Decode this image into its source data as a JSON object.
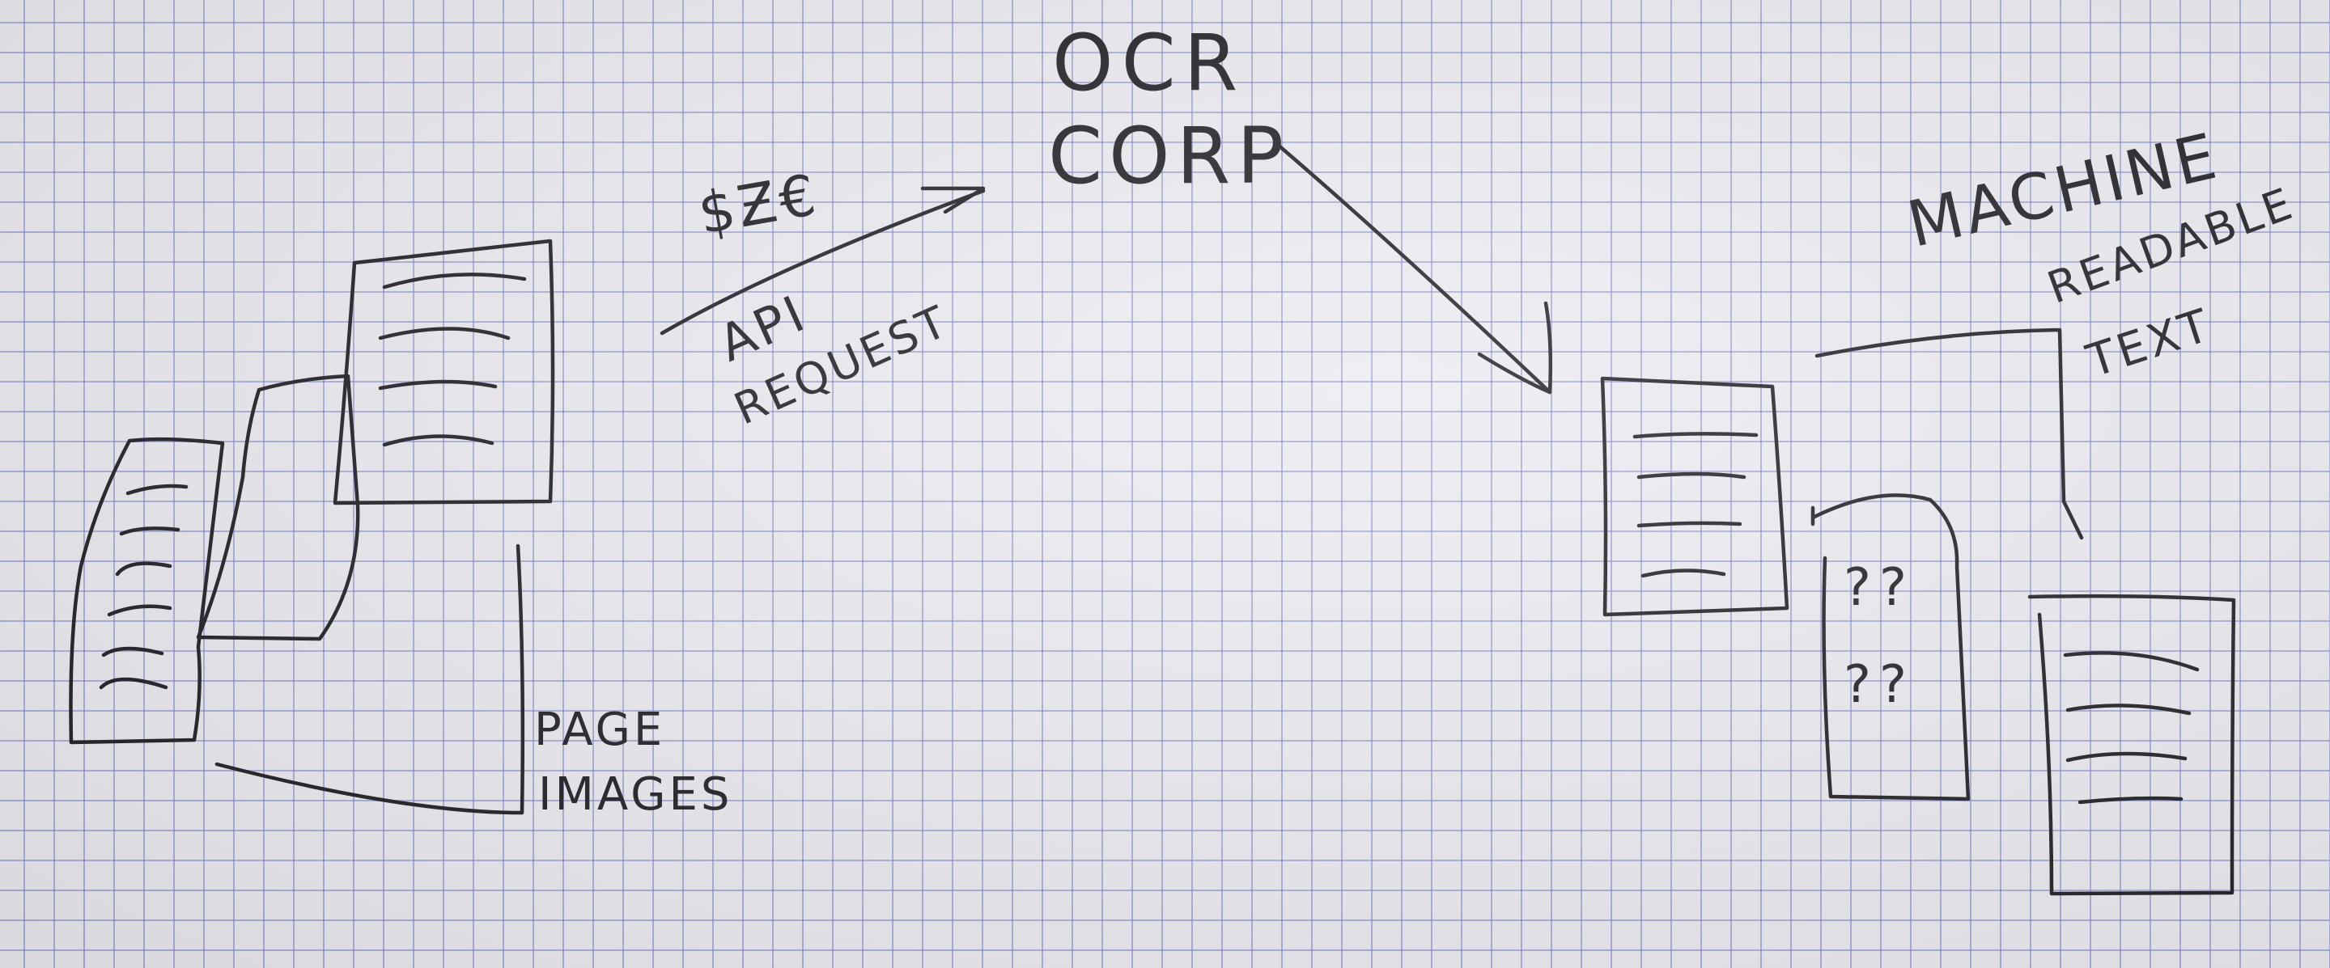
{
  "labels": {
    "service_line1": "OCR",
    "service_line2": "CORP",
    "payment": "$Ƶ€",
    "api_line1": "API",
    "api_line2": "REQUEST",
    "input_line1": "PAGE",
    "input_line2": "IMAGES",
    "output_line1": "MACHINE",
    "output_line2": "READABLE",
    "output_line3": "TEXT",
    "unknown_row1": "??",
    "unknown_row2": "??"
  },
  "colors": {
    "ink": "#1f1f24",
    "paper": "#ecebf0",
    "grid": "#787dc8"
  }
}
